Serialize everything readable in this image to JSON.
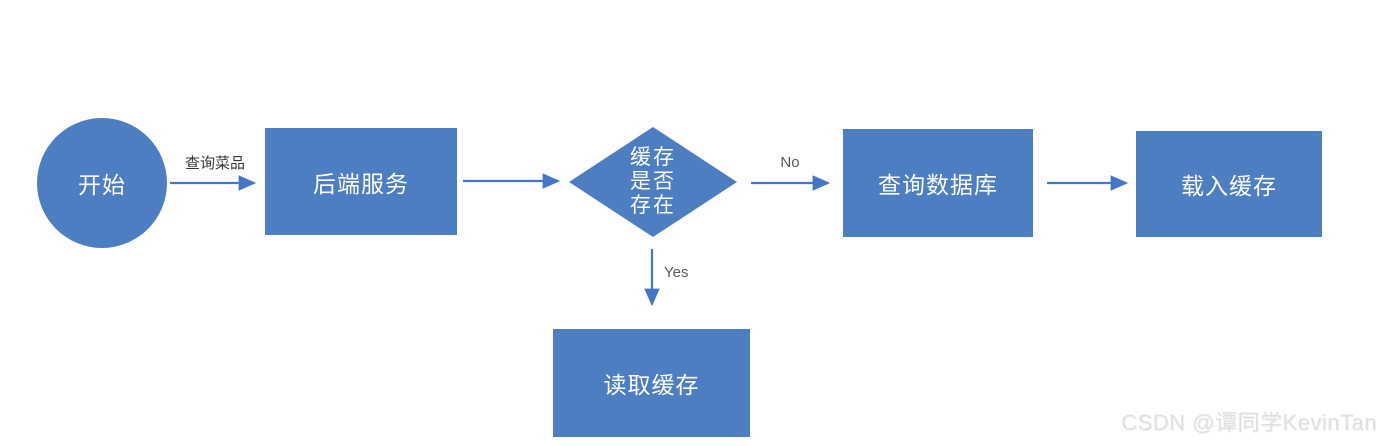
{
  "diagram": {
    "title": "dish query cache flowchart",
    "nodes": [
      {
        "id": "start",
        "type": "circle",
        "label": "开始"
      },
      {
        "id": "backend",
        "type": "rect",
        "label": "后端服务"
      },
      {
        "id": "cache-exists",
        "type": "diamond",
        "label_lines": [
          "缓存",
          "是否",
          "存在"
        ]
      },
      {
        "id": "query-db",
        "type": "rect",
        "label": "查询数据库"
      },
      {
        "id": "load-cache",
        "type": "rect",
        "label": "载入缓存"
      },
      {
        "id": "read-cache",
        "type": "rect",
        "label": "读取缓存"
      }
    ],
    "edges": [
      {
        "from": "start",
        "to": "backend",
        "label": "查询菜品"
      },
      {
        "from": "backend",
        "to": "cache-exists",
        "label": ""
      },
      {
        "from": "cache-exists",
        "to": "query-db",
        "label": "No"
      },
      {
        "from": "query-db",
        "to": "load-cache",
        "label": ""
      },
      {
        "from": "cache-exists",
        "to": "read-cache",
        "label": "Yes"
      }
    ],
    "colors": {
      "node_fill": "#4d7ec2",
      "node_text": "#ffffff",
      "arrow": "#4377c6",
      "edge_label": "#595959",
      "start_edge_label": "#383838",
      "watermark": "#e0e0e0"
    }
  },
  "watermark": {
    "text": "CSDN @谭同学KevinTan"
  }
}
